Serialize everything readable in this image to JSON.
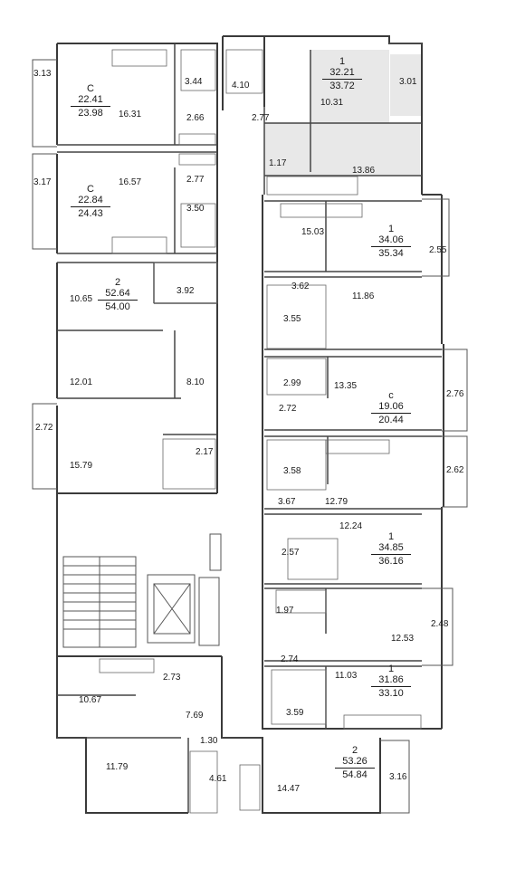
{
  "units": [
    {
      "id": "u-c-top",
      "type": "C",
      "living": "22.41",
      "total": "23.98"
    },
    {
      "id": "u-c-2",
      "type": "C",
      "living": "22.84",
      "total": "24.43"
    },
    {
      "id": "u-2-left",
      "type": "2",
      "living": "52.64",
      "total": "54.00"
    },
    {
      "id": "u-1-top-right",
      "type": "1",
      "living": "32.21",
      "total": "33.72"
    },
    {
      "id": "u-1-r2",
      "type": "1",
      "living": "34.06",
      "total": "35.34"
    },
    {
      "id": "u-c-right",
      "type": "c",
      "living": "19.06",
      "total": "20.44"
    },
    {
      "id": "u-1-r4",
      "type": "1",
      "living": "34.85",
      "total": "36.16"
    },
    {
      "id": "u-1-r5",
      "type": "1",
      "living": "31.86",
      "total": "33.10"
    },
    {
      "id": "u-2-bottom",
      "type": "2",
      "living": "53.26",
      "total": "54.84"
    }
  ],
  "rooms": [
    "3.13",
    "16.31",
    "3.44",
    "2.66",
    "3.17",
    "16.57",
    "2.77",
    "3.50",
    "10.65",
    "3.92",
    "12.01",
    "8.10",
    "2.72",
    "15.79",
    "2.17",
    "4.10",
    "2.77",
    "10.31",
    "3.01",
    "1.17",
    "13.86",
    "15.03",
    "2.55",
    "3.62",
    "11.86",
    "3.55",
    "2.99",
    "13.35",
    "2.76",
    "2.72",
    "3.58",
    "2.62",
    "3.67",
    "12.79",
    "12.24",
    "2.57",
    "1.97",
    "2.48",
    "12.53",
    "2.74",
    "11.03",
    "3.59",
    "10.67",
    "2.73",
    "7.69",
    "1.30",
    "11.79",
    "4.61",
    "14.47",
    "3.16"
  ]
}
